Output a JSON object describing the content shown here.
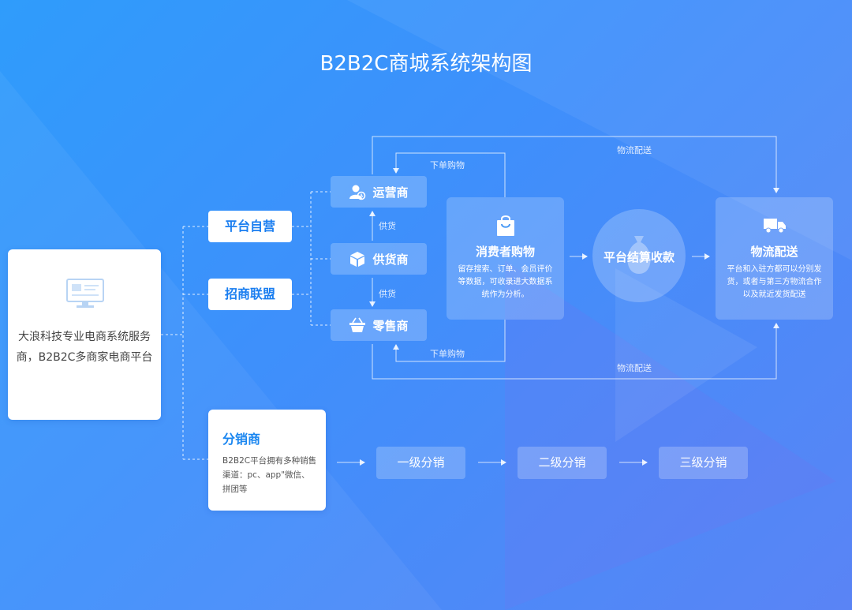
{
  "title": "B2B2C商城系统架构图",
  "left_card": {
    "desc": "大浪科技专业电商系统服务商，B2B2C多商家电商平台",
    "icon": "monitor-icon"
  },
  "channels": {
    "self_run": "平台自营",
    "merchant_alliance": "招商联盟"
  },
  "distributor": {
    "title": "分销商",
    "desc": "B2B2C平台拥有多种销售渠道：pc、app\"微信、拼团等"
  },
  "roles": [
    {
      "label": "运营商",
      "icon": "operator-user-icon"
    },
    {
      "label": "供货商",
      "icon": "box-icon"
    },
    {
      "label": "零售商",
      "icon": "basket-icon"
    }
  ],
  "supply_labels": [
    "供货",
    "供货"
  ],
  "order_labels": [
    "下单购物",
    "下单购物"
  ],
  "logistics_labels": [
    "物流配送",
    "物流配送"
  ],
  "consumer": {
    "title": "消费者购物",
    "desc": "留存搜索、订单、会员评价等数据，可收录进大数据系统作为分析。",
    "icon": "shopping-bag-icon"
  },
  "settle": {
    "title": "平台结算收款",
    "icon": "money-bag-icon"
  },
  "logistics": {
    "title": "物流配送",
    "desc": "平台和入驻方都可以分别发货，或者与第三方物流合作以及就近发货配送",
    "icon": "truck-icon"
  },
  "levels": [
    "一级分销",
    "二级分销",
    "三级分销"
  ],
  "colors": {
    "accent": "#1a7ef0",
    "bg_start": "#2f9cfb",
    "bg_end": "#5a84f5"
  }
}
